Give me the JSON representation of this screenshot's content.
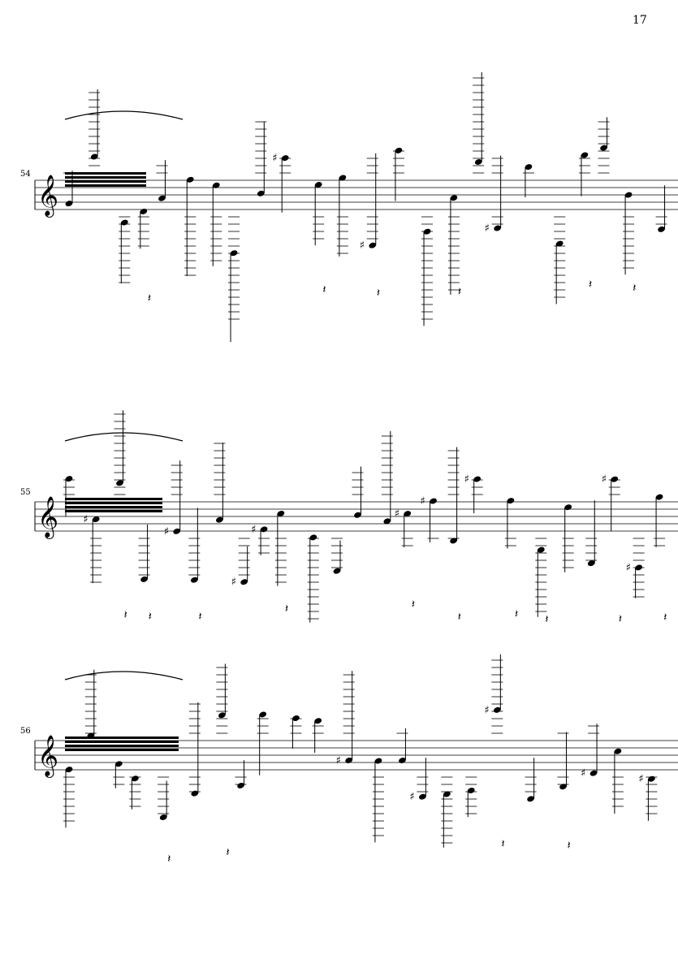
{
  "page": {
    "number": "17"
  },
  "systems": [
    {
      "measure_number": "54"
    },
    {
      "measure_number": "55"
    },
    {
      "measure_number": "56"
    }
  ]
}
